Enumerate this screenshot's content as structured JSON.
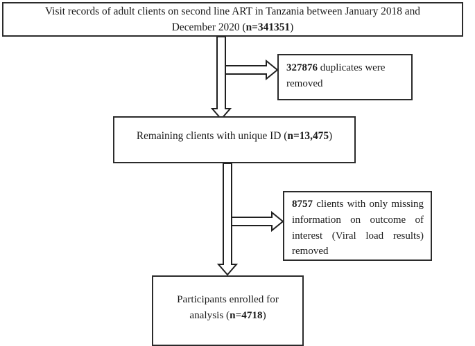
{
  "diagram": {
    "title": "Study participant selection flow diagram",
    "type": "flowchart",
    "orientation": "top-to-bottom",
    "background_color": "#ffffff",
    "box_border_color": "#2b2b2b",
    "text_color": "#1a1a1a"
  },
  "nodes": {
    "source": {
      "id": "source-records-box",
      "text_plain": "Visit records of adult clients on second line ART in Tanzania between January 2018 and December 2020 (n=341351)",
      "line1": "Visit records of adult clients on second line ART in Tanzania between January 2018 and",
      "line2_prefix": "December 2020 (",
      "line2_bold": "n=341351",
      "line2_suffix": ")",
      "count": 341351,
      "count_label": "n=341351"
    },
    "duplicates": {
      "id": "duplicates-removed-box",
      "text_plain": "327876 duplicates were removed",
      "bold_prefix": "327876",
      "rest": " duplicates were removed",
      "count": 327876
    },
    "unique": {
      "id": "unique-id-box",
      "text_plain": "Remaining clients with unique ID (n=13,475)",
      "prefix": "Remaining clients with unique ID (",
      "bold": "n=13,475",
      "suffix": ")",
      "count": 13475,
      "count_label": "n=13,475"
    },
    "missing": {
      "id": "missing-outcome-box",
      "text_plain": "8757 clients with only missing information on outcome of interest (Viral load results) removed",
      "bold_prefix": "8757",
      "rest": " clients with only missing information on outcome of interest (Viral load results) removed",
      "count": 8757
    },
    "enrolled": {
      "id": "participants-enrolled-box",
      "text_plain": "Participants enrolled for analysis (n=4718)",
      "line1": "Participants enrolled for",
      "line2_prefix": "analysis (",
      "line2_bold": "n=4718",
      "line2_suffix": ")",
      "count": 4718,
      "count_label": "n=4718"
    }
  },
  "arrows": [
    {
      "name": "arrow-source-to-unique",
      "direction": "down",
      "from": "source",
      "to": "unique",
      "style": "hollow-block-arrow"
    },
    {
      "name": "arrow-to-duplicates",
      "direction": "right",
      "from": "trunk-upper",
      "to": "duplicates",
      "style": "hollow-block-arrow"
    },
    {
      "name": "arrow-unique-to-enrolled",
      "direction": "down",
      "from": "unique",
      "to": "enrolled",
      "style": "hollow-block-arrow"
    },
    {
      "name": "arrow-to-missing",
      "direction": "right",
      "from": "trunk-lower",
      "to": "missing",
      "style": "hollow-block-arrow"
    }
  ]
}
